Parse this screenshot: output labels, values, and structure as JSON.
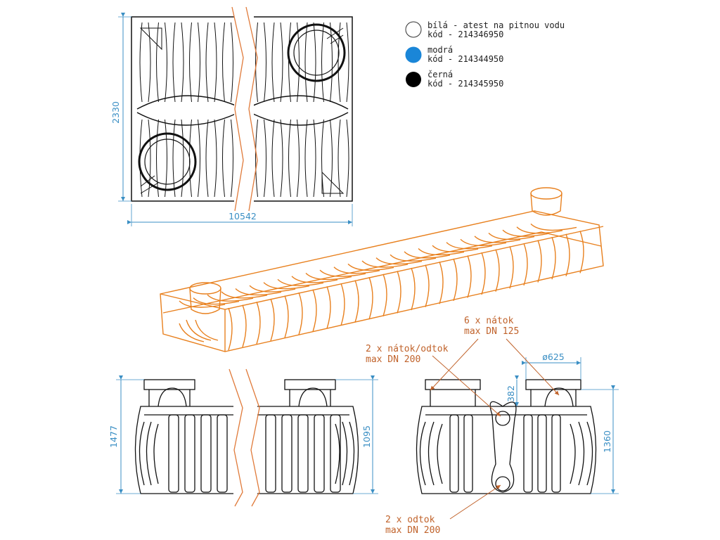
{
  "legend": {
    "items": [
      {
        "name": "bílá - atest na pitnou vodu",
        "code": "kód - 214346950",
        "color": "#ffffff"
      },
      {
        "name": "modrá",
        "code": "kód - 214344950",
        "color": "#1a86d8"
      },
      {
        "name": "černá",
        "code": "kód - 214345950",
        "color": "#000000"
      }
    ]
  },
  "dimensions": {
    "top_width": "10542",
    "top_height": "2330",
    "side_total_height": "1477",
    "side_body_height": "1095",
    "end_total_height": "1360",
    "end_dome_height": "382",
    "dome_diameter": "ø625"
  },
  "callouts": {
    "inlet_6": {
      "line1": "6 x nátok",
      "line2": "max DN 125"
    },
    "inlet_outlet_2": {
      "line1": "2 x nátok/odtok",
      "line2": "max DN 200"
    },
    "outlet_2": {
      "line1": "2 x odtok",
      "line2": "max DN 200"
    }
  },
  "colors": {
    "dimension": "#3b8fc4",
    "callout": "#c0622a",
    "tank_outline": "#e8801e",
    "drawing": "#111111"
  }
}
